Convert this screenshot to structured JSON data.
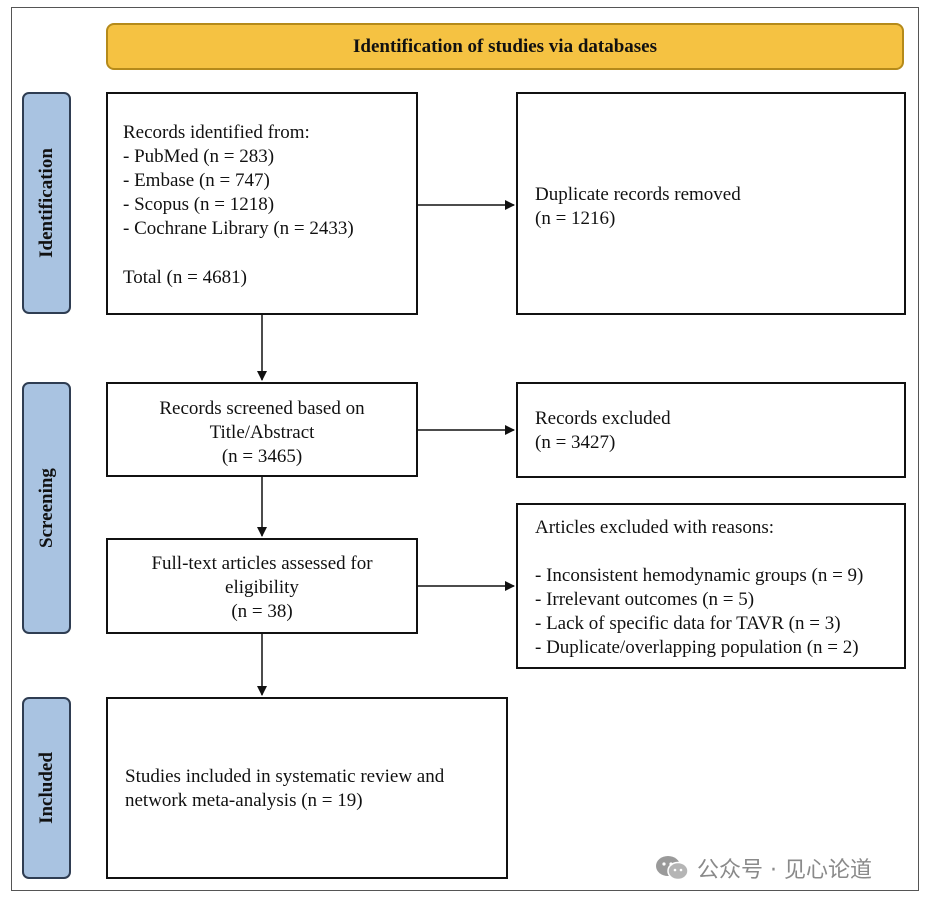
{
  "header": {
    "title": "Identification of studies via databases"
  },
  "sides": {
    "identification": "Identification",
    "screening": "Screening",
    "included": "Included"
  },
  "identified_box": {
    "heading": "Records identified from:",
    "lines": [
      "- PubMed (n = 283)",
      "- Embase (n = 747)",
      "- Scopus (n = 1218)",
      "- Cochrane Library (n = 2433)"
    ],
    "total": "Total (n = 4681)"
  },
  "duplicates_box": {
    "line1": "Duplicate records removed",
    "line2": "(n = 1216)"
  },
  "screened_box": {
    "line1": "Records screened based on",
    "line2": "Title/Abstract",
    "line3": "(n = 3465)"
  },
  "excluded_box": {
    "line1": "Records excluded",
    "line2": "(n = 3427)"
  },
  "fulltext_box": {
    "line1": "Full-text articles assessed for",
    "line2": "eligibility",
    "line3": "(n = 38)"
  },
  "reasons_box": {
    "heading": "Articles excluded with reasons:",
    "lines": [
      "- Inconsistent hemodynamic groups (n = 9)",
      "- Irrelevant outcomes (n = 5)",
      "- Lack of specific data for TAVR (n = 3)",
      "- Duplicate/overlapping population (n = 2)"
    ]
  },
  "included_box": {
    "line1": "Studies included in systematic review and",
    "line2": "network meta-analysis (n = 19)"
  },
  "watermark": {
    "text": "公众号 · 见心论道",
    "icon": "wechat-icon"
  },
  "colors": {
    "header_fill": "#f5c242",
    "side_fill": "#a9c3e1",
    "border": "#111111"
  }
}
